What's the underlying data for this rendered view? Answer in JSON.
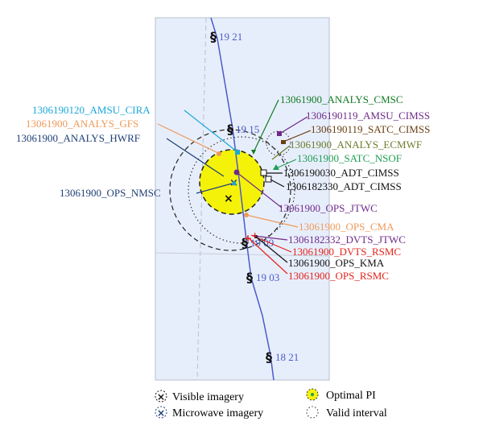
{
  "colors": {
    "map_bg": "#e7eefb",
    "map_border": "#b7bfcd",
    "track": "#4a5bc9",
    "optimal_fill": "#f5f20a",
    "cyan": "#19a7d9",
    "orange": "#ef9a5a",
    "navy": "#1f3f76",
    "green": "#127a24",
    "purple": "#6f2a8a",
    "brown": "#6b3e12",
    "olive": "#6e7b2d",
    "teal_green": "#1f9e53",
    "red": "#e3231b",
    "black": "#111111"
  },
  "track_times": [
    {
      "label": "19 21"
    },
    {
      "label": "19 15"
    },
    {
      "label": "19 09"
    },
    {
      "label": "19 03"
    },
    {
      "label": "18 21"
    }
  ],
  "labels": {
    "amsu_cira": "1306190120_AMSU_CIRA",
    "analys_gfs": "13061900_ANALYS_GFS",
    "analys_hwrf": "13061900_ANALYS_HWRF",
    "ops_nmsc": "13061900_OPS_NMSC",
    "analys_cmsc": "13061900_ANALYS_CMSC",
    "amsu_cimss": "1306190119_AMSU_CIMSS",
    "satc_cimss": "1306190119_SATC_CIMSS",
    "analys_ecmwf": "13061900_ANALYS_ECMWF",
    "satc_nsof": "13061900_SATC_NSOF",
    "adt_cimss_1": "1306190030_ADT_CIMSS",
    "adt_cimss_2": "1306182330_ADT_CIMSS",
    "ops_jtwc": "13061900_OPS_JTWC",
    "ops_cma": "13061900_OPS_CMA",
    "dvts_jtwc": "1306182332_DVTS_JTWC",
    "dvts_rsmc": "13061900_DVTS_RSMC",
    "ops_kma": "13061900_OPS_KMA",
    "ops_rsmc": "13061900_OPS_RSMC"
  },
  "legend": {
    "visible": "Visible imagery",
    "microwave": "Microwave imagery",
    "optimal": "Optimal PI",
    "valid": "Valid interval"
  }
}
